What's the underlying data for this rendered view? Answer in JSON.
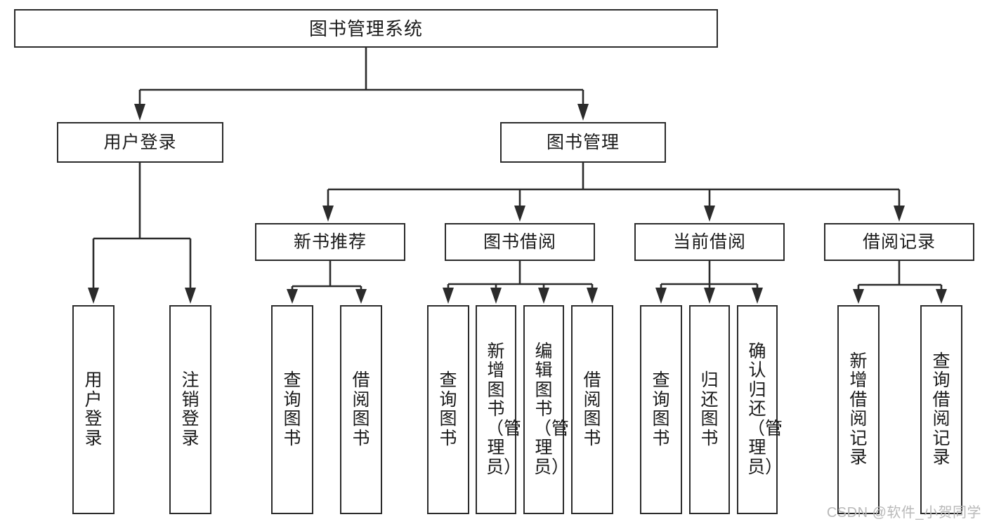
{
  "diagram": {
    "title": "图书管理系统",
    "type": "tree-hierarchy",
    "root": {
      "label": "图书管理系统"
    },
    "level2": [
      {
        "label": "用户登录"
      },
      {
        "label": "图书管理"
      }
    ],
    "level3": [
      {
        "label": "新书推荐"
      },
      {
        "label": "图书借阅"
      },
      {
        "label": "当前借阅"
      },
      {
        "label": "借阅记录"
      }
    ],
    "leaves": {
      "user_login": [
        {
          "label": "用户登录"
        },
        {
          "label": "注销登录"
        }
      ],
      "new_book_recommend": [
        {
          "label": "查询图书"
        },
        {
          "label": "借阅图书"
        }
      ],
      "book_borrow": [
        {
          "label": "查询图书"
        },
        {
          "label": "新增图书（管理员）"
        },
        {
          "label": "编辑图书（管理员）"
        },
        {
          "label": "借阅图书"
        }
      ],
      "current_borrow": [
        {
          "label": "查询图书"
        },
        {
          "label": "归还图书"
        },
        {
          "label": "确认归还（管理员）"
        }
      ],
      "borrow_record": [
        {
          "label": "新增借阅记录"
        },
        {
          "label": "查询借阅记录"
        }
      ]
    }
  },
  "watermark": {
    "text": "CSDN @软件_小贺同学"
  },
  "colors": {
    "stroke": "#2b2b2b",
    "box_fill": "#ffffff",
    "text": "#1a1a1a",
    "watermark": "#b9b9b9",
    "canvas": "#ffffff"
  }
}
